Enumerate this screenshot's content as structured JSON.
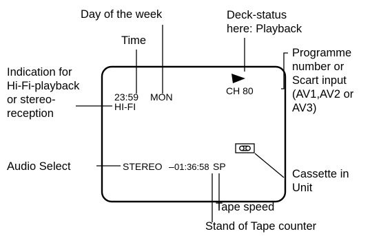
{
  "screen": {
    "time": "23:59",
    "day": "MON",
    "channel": "CH 80",
    "sound_mode": "HI-FI",
    "audio": "STEREO",
    "counter_dash": "–",
    "counter": "01:36:58",
    "speed": "SP",
    "deck_status_icon": "play-triangle-icon",
    "cassette_icon": "cassette-icon"
  },
  "callouts": {
    "day_of_week": "Day of the week",
    "time": "Time",
    "deck_status_line1": "Deck-status",
    "deck_status_line2": "here: Playback",
    "programme_line1": "Programme",
    "programme_line2": "number or",
    "programme_line3": "Scart input",
    "programme_line4": "(AV1,AV2 or",
    "programme_line5": "AV3)",
    "hifi_line1": "Indication for",
    "hifi_line2": "Hi-Fi-playback",
    "hifi_line3": "or stereo-",
    "hifi_line4": "reception",
    "audio_select": "Audio Select",
    "cassette_line1": "Cassette in",
    "cassette_line2": "Unit",
    "tape_speed": "Tape speed",
    "tape_counter": "Stand of Tape counter"
  }
}
